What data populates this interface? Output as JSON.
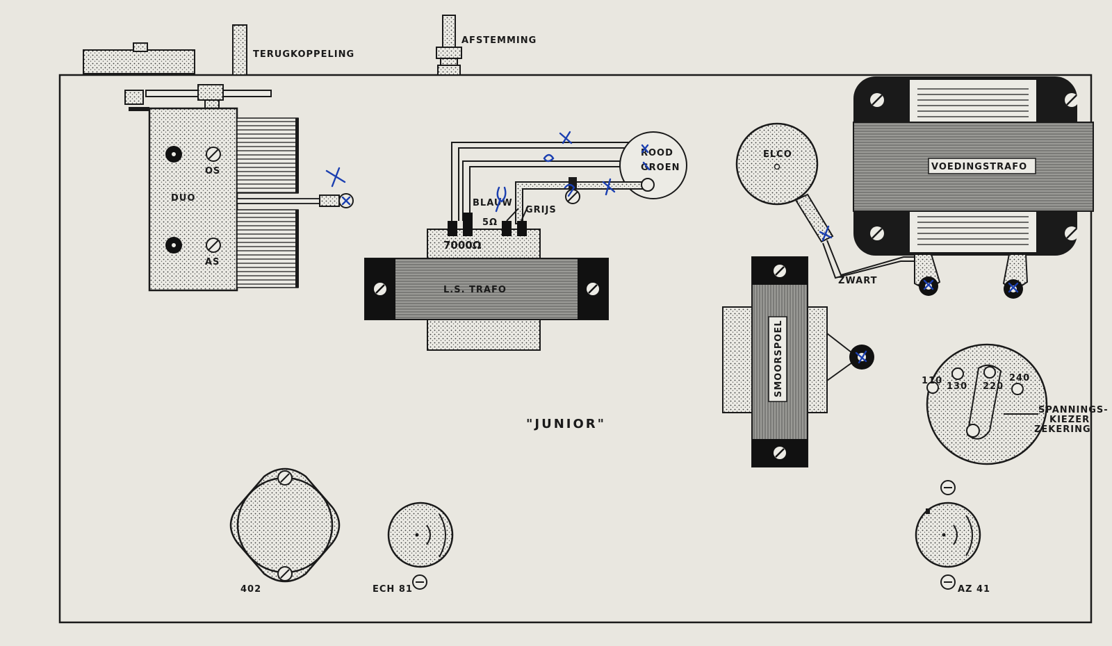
{
  "diagram": {
    "title": "\"JUNIOR\"",
    "labels": {
      "terugkoppeling": "TERUGKOPPELING",
      "afstemming": "AFSTEMMING",
      "os": "OS",
      "as": "AS",
      "duo": "DUO",
      "rood": "ROOD",
      "groen": "GROEN",
      "blauw": "BLAUW",
      "grijs": "GRIJS",
      "ohm5": "5Ω",
      "ohm7000": "7000Ω",
      "ls_trafo": "L.S. TRAFO",
      "elco": "ELCO",
      "voedingstrafo": "VOEDINGSTRAFO",
      "zwart": "ZWART",
      "smoorspoel": "SMOORSPOEL",
      "v110": "110",
      "v130": "130",
      "v220": "220",
      "v240": "240",
      "spanningskiezer": "SPANNINGS-",
      "kiezer": "KIEZER",
      "zekering": "ZEKERING",
      "tube_402": "402",
      "tube_ech81": "ECH 81",
      "tube_az41": "AZ 41"
    },
    "colors": {
      "paper": "#e9e7e0",
      "ink": "#1a1a1a",
      "stipple": "#d9d6cc",
      "pen": "#1b3fb0"
    }
  }
}
